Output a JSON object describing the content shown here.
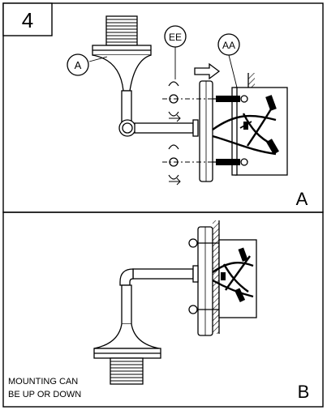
{
  "step_number": "4",
  "callouts": {
    "part_a": "A",
    "part_ee": "EE",
    "part_aa": "AA"
  },
  "panels": {
    "top_label": "A",
    "bottom_label": "B"
  },
  "note": {
    "line1": "MOUNTING CAN",
    "line2": "BE UP OR DOWN"
  }
}
